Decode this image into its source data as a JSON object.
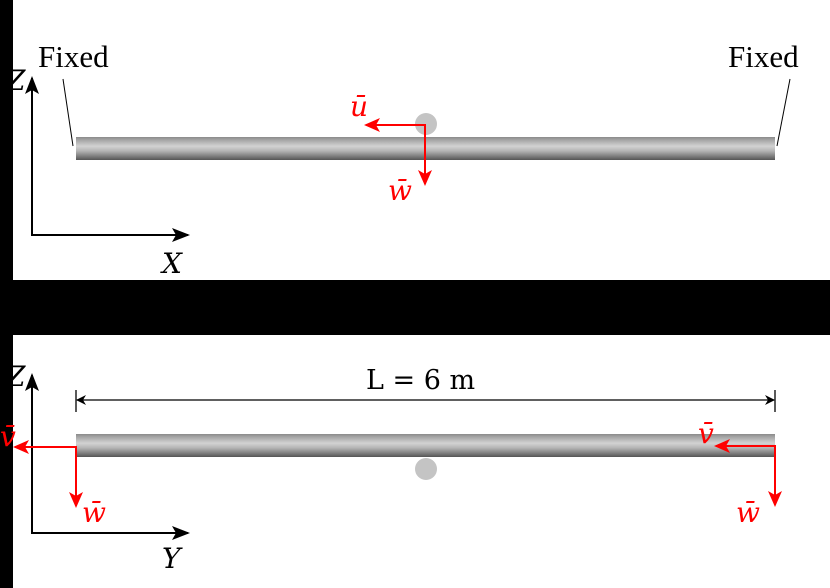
{
  "colors": {
    "background": "#ffffff",
    "frame": "#000000",
    "axis": "#000000",
    "force": "#ff0000",
    "beam_dark": "#555555",
    "beam_light": "#cfcfcf",
    "mass": "#c4c4c4"
  },
  "top_panel": {
    "left_support_label": "Fixed",
    "right_support_label": "Fixed",
    "axis_vertical_label": "Z",
    "axis_horizontal_label": "X",
    "mid_displacement_horizontal": "ū",
    "mid_displacement_vertical": "w̄"
  },
  "bottom_panel": {
    "length_label": "L = 6 m",
    "axis_vertical_label": "Z",
    "axis_horizontal_label": "Y",
    "left_displacement_horizontal": "v̄",
    "left_displacement_vertical": "w̄",
    "right_displacement_horizontal": "v̄",
    "right_displacement_vertical": "w̄"
  }
}
